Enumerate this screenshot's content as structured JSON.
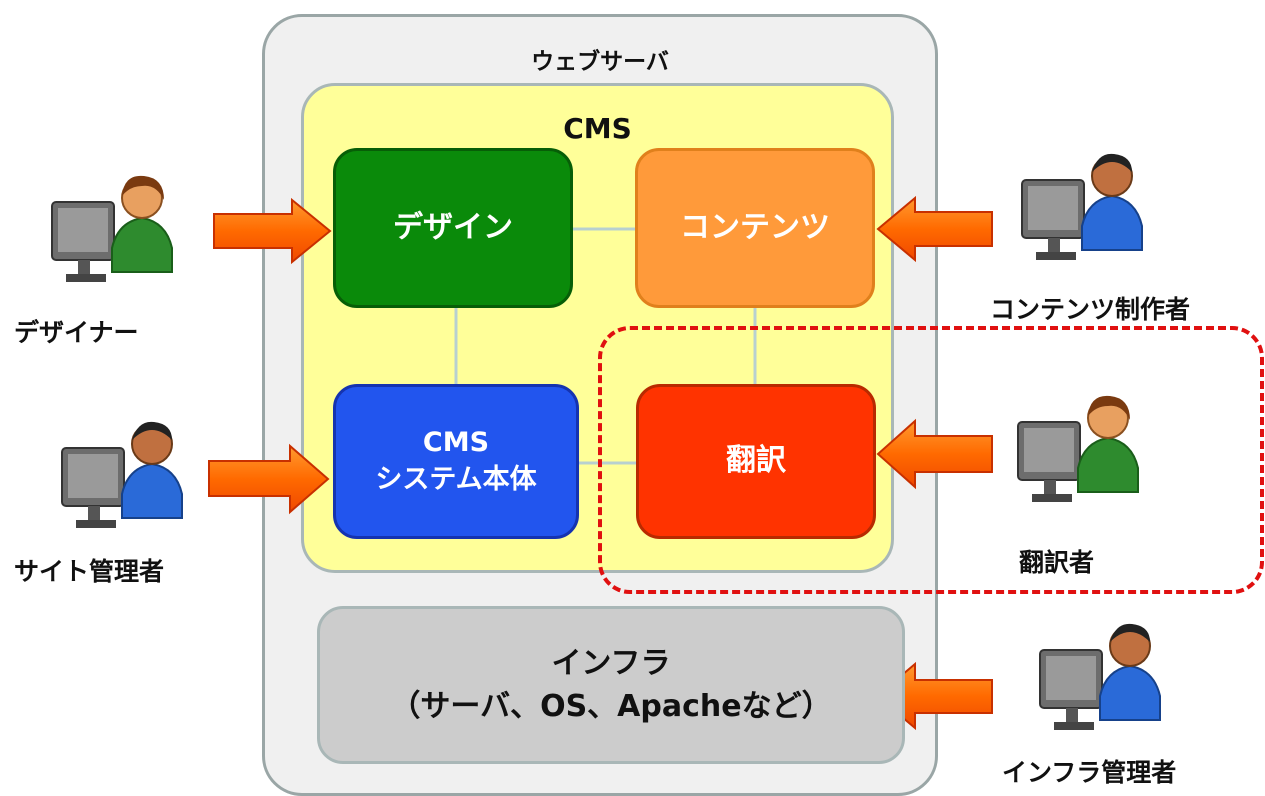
{
  "diagram": {
    "webserver_label": "ウェブサーバ",
    "cms_label": "CMS",
    "components": {
      "design": "デザイン",
      "contents": "コンテンツ",
      "system_line1": "CMS",
      "system_line2": "システム本体",
      "translation": "翻訳"
    },
    "infra": {
      "line1": "インフラ",
      "line2": "（サーバ、OS、Apacheなど）"
    },
    "actors": {
      "designer": "デザイナー",
      "site_admin": "サイト管理者",
      "content_creator": "コンテンツ制作者",
      "translator": "翻訳者",
      "infra_admin": "インフラ管理者"
    },
    "colors": {
      "design": "#0a8a0a",
      "contents": "#ff9a3a",
      "system": "#2255ee",
      "translation": "#ff3300",
      "cms_background": "#ffff99",
      "arrow": "#ff6a00",
      "translation_region_border": "#e01010"
    }
  }
}
